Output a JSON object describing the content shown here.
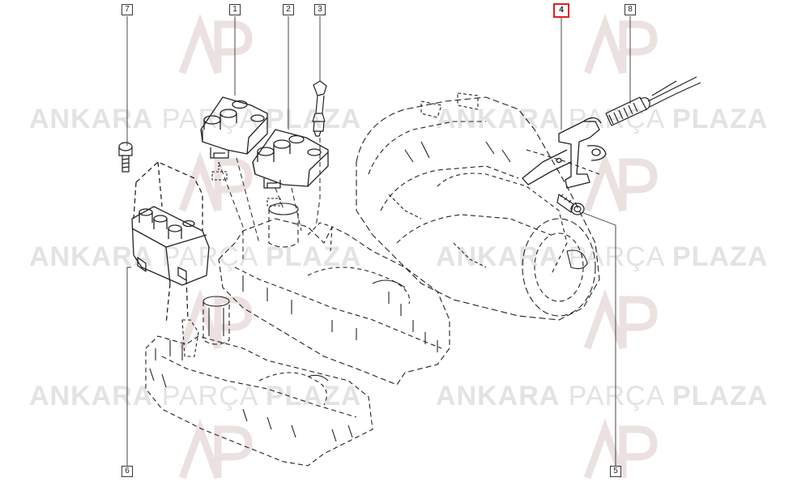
{
  "watermark": {
    "brand_left": "ANKARA",
    "brand_mid": "PARÇA",
    "brand_right": "PLAZA"
  },
  "callouts": [
    {
      "id": "7",
      "active": false
    },
    {
      "id": "1",
      "active": false
    },
    {
      "id": "2",
      "active": false
    },
    {
      "id": "3",
      "active": false
    },
    {
      "id": "4",
      "active": true
    },
    {
      "id": "8",
      "active": false
    },
    {
      "id": "6",
      "active": false
    },
    {
      "id": "5",
      "active": false
    }
  ],
  "colors": {
    "line": "#222222",
    "highlight": "#e02020",
    "watermark": "#e3e3e3"
  }
}
